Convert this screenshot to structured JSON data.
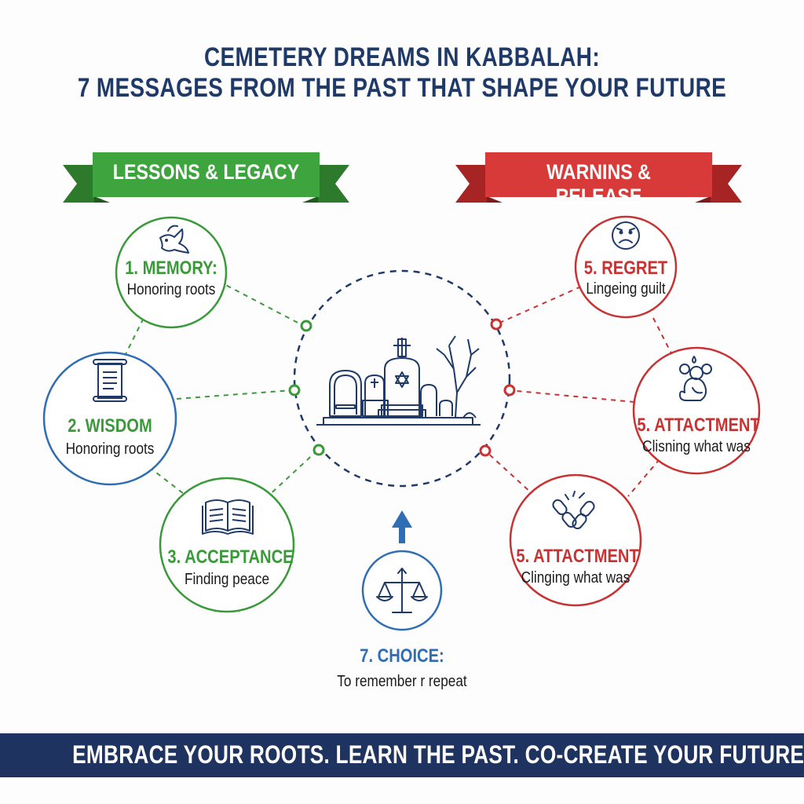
{
  "title": {
    "line1": "CEMETERY DREAMS IN KABBALAH:",
    "line2": "7 MESSAGES FROM THE PAST THAT SHAPE YOUR FUTURE"
  },
  "banners": {
    "left": "LESSONS & LEGACY",
    "right": "WARNINS & RELEASE"
  },
  "nodes": {
    "memory": {
      "label": "1. MEMORY:",
      "sub": "Honoring roots",
      "icon": "dove-icon"
    },
    "wisdom": {
      "label": "2. WISDOM",
      "sub": "Honoring roots",
      "icon": "scroll-icon"
    },
    "acceptance": {
      "label": "3. ACCEPTANCE",
      "sub": "Finding peace",
      "icon": "open-book-icon"
    },
    "regret": {
      "label": "5. REGRET",
      "sub": "Lingeing guilt",
      "icon": "sad-face-icon"
    },
    "attachment1": {
      "label": "5. ATTACTMENT",
      "sub": "Clisning what was",
      "icon": "crying-figure-icon"
    },
    "attachment2": {
      "label": "5. ATTACTMENT",
      "sub": "Clinging what was",
      "icon": "broken-chain-icon"
    },
    "choice": {
      "label": "7. CHOICE:",
      "sub": "To remember r repeat",
      "icon": "balance-scale-icon"
    }
  },
  "center": {
    "icon": "cemetery-icon"
  },
  "footer": {
    "text": "EMBRACE YOUR ROOTS. LEARN THE PAST. CO-CREATE YOUR FUTURE"
  },
  "colors": {
    "navy": "#1f3a68",
    "green": "#3a9a3a",
    "red": "#c83232",
    "blue": "#2f6db4",
    "footer_bg": "#1e335f"
  }
}
